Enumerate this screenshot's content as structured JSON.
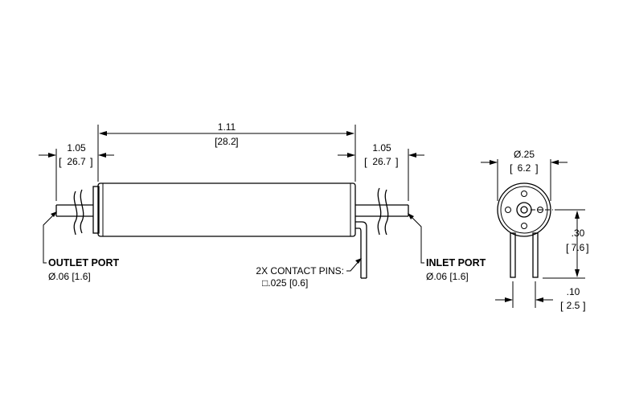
{
  "dimensions": {
    "overall_length": {
      "inch": "1.11",
      "mm": "28.2"
    },
    "left_port_length": {
      "inch": "1.05",
      "mm": "26.7"
    },
    "right_port_length": {
      "inch": "1.05",
      "mm": "26.7"
    },
    "end_diameter": {
      "inch": "Ø.25",
      "mm": "6.2"
    },
    "pin_offset": {
      "inch": ".30",
      "mm": "7.6"
    },
    "pin_spacing": {
      "inch": ".10",
      "mm": "2.5"
    }
  },
  "callouts": {
    "outlet": {
      "label": "OUTLET PORT",
      "size": "Ø.06 [1.6]"
    },
    "inlet": {
      "label": "INLET PORT",
      "size": "Ø.06 [1.6]"
    },
    "pins": {
      "label": "2X CONTACT PINS:",
      "size": "□.025 [0.6]"
    }
  },
  "colors": {
    "line": "#000000",
    "background": "#ffffff"
  }
}
